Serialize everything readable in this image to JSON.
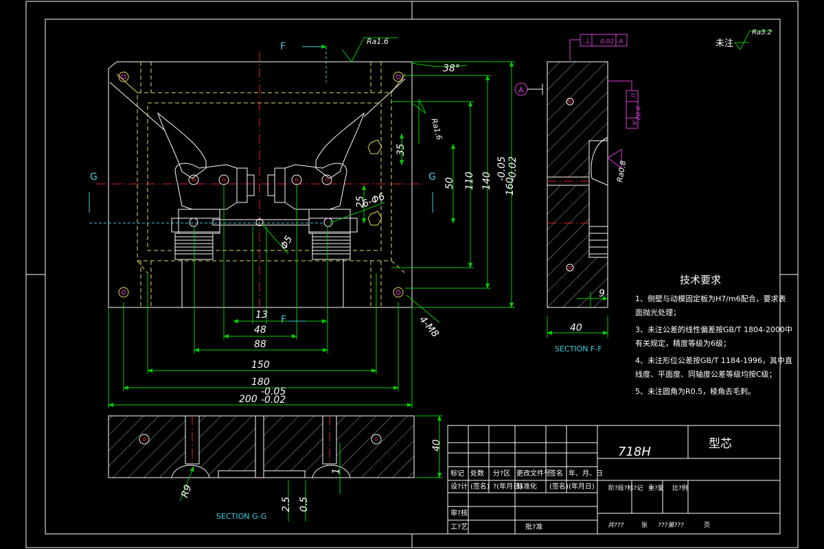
{
  "view_labels": {
    "section_f": "F",
    "section_g": "G",
    "section_ff": "SECTION F-F",
    "section_gg": "SECTION G-G",
    "datum_a": "A"
  },
  "roughness": {
    "top": "Ra1.6",
    "right_face": "Ra1.6",
    "corner_label": "未注",
    "corner_value": "Ra3.2",
    "section_side": "Ra0.8"
  },
  "angle": "38°",
  "dimensions": {
    "v35": "35",
    "v50": "50",
    "v110": "110",
    "v140": "140",
    "v160": "160",
    "v160_tol_up": "-0.05",
    "v160_tol_dn": "-0.02",
    "v25": "25",
    "holes": "6-Φ6",
    "dia5": "Φ5",
    "h13": "13",
    "h48": "48",
    "h88": "88",
    "h150": "150",
    "h180": "180",
    "h200": "200",
    "h200_tol_up": "-0.05",
    "h200_tol_dn": "-0.02",
    "m8": "4-M8",
    "ff40": "40",
    "ff9": "9",
    "gg40": "40",
    "r9": "R9",
    "d25": "2.5",
    "d05": "0.5",
    "d1": "1"
  },
  "gdt": {
    "perp": "⊥",
    "tol1": "0.02",
    "ref1": "A",
    "par": "//",
    "tol2": "0.02",
    "ref2": "A"
  },
  "tech_notes": {
    "heading": "技术要求",
    "items": [
      "1、侧壁与动模固定板为H7/m6配合，要求表",
      "   面抛光处理；",
      "3、未注公差的线性偏差按GB/T 1804-2000中",
      "   有关规定，精度等级为6级；",
      "4、未注形位公差按GB/T 1184-1996，其中直",
      "   线度、平面度、同轴度公差等级均按C级；",
      "5、未注圆角为R0.5，棱角去毛刺。"
    ]
  },
  "title_block": {
    "material": "718H",
    "part_name": "型芯",
    "row1": [
      "标记",
      "处数",
      "分?区",
      "更改文件号",
      "签名",
      "年、月、日"
    ],
    "row2": [
      "设?计",
      "(签名)",
      "?(年月日)",
      "标准化",
      "(签名)",
      "(年月日)"
    ],
    "row3": [
      "审?核"
    ],
    "row4": [
      "工?艺",
      "批?准"
    ],
    "stage_cols": [
      "阶?段?标?记",
      "重?量",
      "比?例"
    ],
    "sheet_total": "共???",
    "sheet_word": "张",
    "sheet_no": "???第???",
    "page_word": "页"
  }
}
